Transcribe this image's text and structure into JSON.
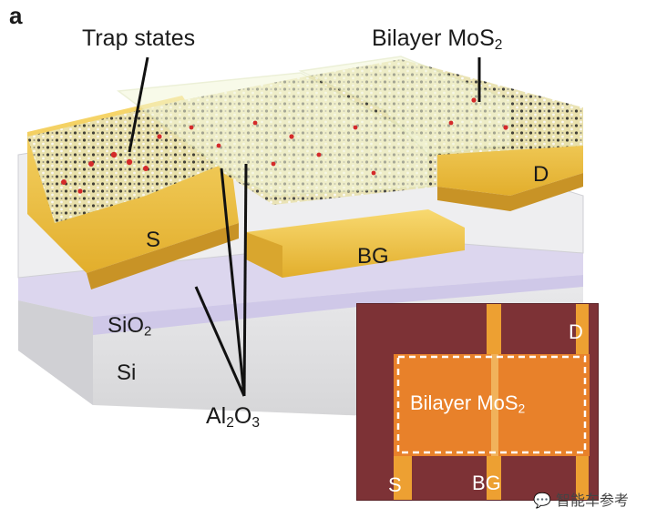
{
  "panel_label": "a",
  "labels": {
    "trap_states": "Trap states",
    "bilayer_main": "Bilayer MoS",
    "bilayer_sub": "2",
    "source": "S",
    "drain": "D",
    "back_gate": "BG",
    "sio2_main": "SiO",
    "sio2_sub": "2",
    "si": "Si",
    "al2o3_al": "Al",
    "al2o3_sub1": "2",
    "al2o3_o": "O",
    "al2o3_sub2": "3"
  },
  "inset": {
    "bilayer_main": "Bilayer MoS",
    "bilayer_sub": "2",
    "source": "S",
    "drain": "D",
    "back_gate": "BG"
  },
  "watermark": "智能车参考",
  "colors": {
    "gold": "#f0c54a",
    "substrate_si": "#e4e4e6",
    "substrate_sio2": "#ddd8ee",
    "trap_red": "#d42a2a",
    "inset_bg": "#7d3236",
    "inset_channel": "#e8812a"
  }
}
